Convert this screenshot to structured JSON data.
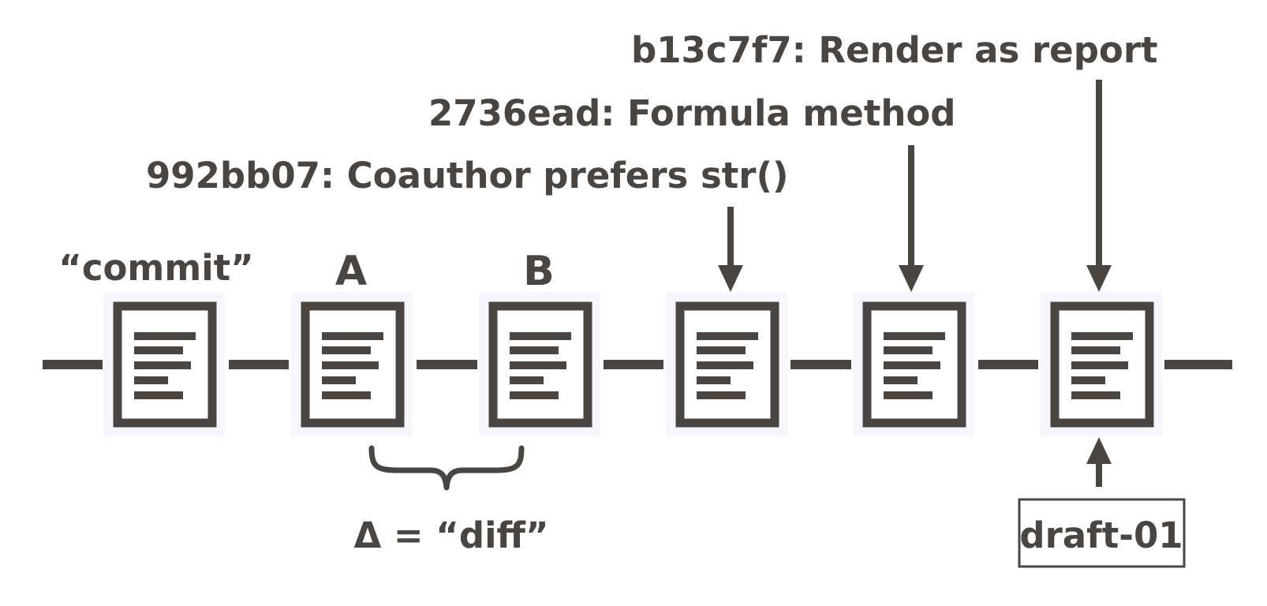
{
  "colors": {
    "ink": "#4a4541",
    "doc_halo": "#f7f5fd",
    "background": "#ffffff"
  },
  "labels": {
    "commit_word": "“commit”",
    "a": "A",
    "b": "B",
    "diff": "Δ = “diff”"
  },
  "commits": [
    {
      "message": "992bb07: Coauthor prefers str()"
    },
    {
      "message": "2736ead: Formula method"
    },
    {
      "message": "b13c7f7: Render as report"
    }
  ],
  "tag": {
    "label": "draft-01"
  }
}
